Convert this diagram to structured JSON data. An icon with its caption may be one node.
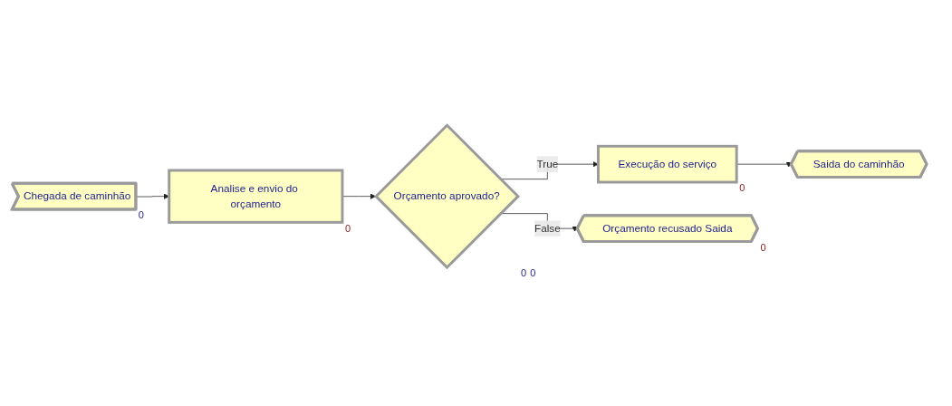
{
  "diagram": {
    "nodes": [
      {
        "text": [
          "Chegada de caminhão"
        ],
        "beside": [
          "0"
        ]
      },
      {
        "text": [
          "Analise e envio do orçamento"
        ],
        "beside": [
          "0"
        ]
      },
      {
        "text": [
          "Orçamento aprovado?"
        ],
        "beside": [
          "0",
          "0"
        ]
      },
      {
        "text": [
          "Execução do serviço"
        ],
        "beside": [
          "0"
        ]
      },
      {
        "text": [
          "Saida do caminhão"
        ]
      },
      {
        "text": [
          "Orçamento recusado Saida"
        ],
        "beside": [
          "0"
        ]
      }
    ],
    "edges": [
      {
        "from": 0,
        "to": 1,
        "arrow": "to"
      },
      {
        "from": 1,
        "to": 2,
        "arrow": "to"
      },
      {
        "from": 2,
        "to": 3,
        "arrow": "to",
        "label": "True"
      },
      {
        "from": 3,
        "to": 4,
        "arrow": "to"
      },
      {
        "from": 2,
        "to": 5,
        "arrow": "to",
        "label": "False"
      }
    ]
  }
}
